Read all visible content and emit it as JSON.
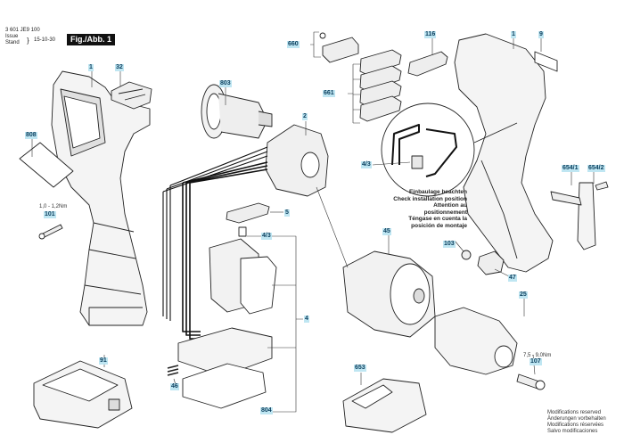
{
  "header": {
    "doc_number": "3 601 JE9 100",
    "issue_label": "Issue",
    "stand_label": "Stand",
    "date": "15-10-30",
    "figure_label": "Fig./Abb. 1"
  },
  "label_color": "#bfe6f2",
  "parts": [
    {
      "id": "1",
      "name": "housing-left"
    },
    {
      "id": "32",
      "name": "housing-cap"
    },
    {
      "id": "808",
      "name": "nameplate"
    },
    {
      "id": "101",
      "name": "screw-housing",
      "torque": "1,0 - 1,2Nm"
    },
    {
      "id": "803",
      "name": "armature"
    },
    {
      "id": "2",
      "name": "field-housing"
    },
    {
      "id": "660",
      "name": "switch-slide"
    },
    {
      "id": "661",
      "name": "grip-insert-set"
    },
    {
      "id": "116",
      "name": "grip-insert"
    },
    {
      "id": "1b",
      "label": "1",
      "name": "housing-right"
    },
    {
      "id": "9",
      "name": "label-plate"
    },
    {
      "id": "4/3",
      "name": "connector-detail"
    },
    {
      "id": "654/1",
      "name": "belt-clip"
    },
    {
      "id": "654/2",
      "name": "belt-clip-screw"
    },
    {
      "id": "5",
      "name": "direction-switch"
    },
    {
      "id": "4/3b",
      "label": "4/3",
      "name": "connector"
    },
    {
      "id": "4",
      "name": "switch-assembly"
    },
    {
      "id": "45",
      "name": "gearbox"
    },
    {
      "id": "103",
      "name": "nut"
    },
    {
      "id": "47",
      "name": "cap"
    },
    {
      "id": "25",
      "name": "keyless-chuck"
    },
    {
      "id": "107",
      "name": "chuck-screw",
      "torque": "7,5 - 9,0Nm"
    },
    {
      "id": "91",
      "name": "battery-pack"
    },
    {
      "id": "46",
      "name": "spring"
    },
    {
      "id": "804",
      "name": "base-plate"
    },
    {
      "id": "653",
      "name": "charger"
    }
  ],
  "labels": {
    "p1_left": "1",
    "p32": "32",
    "p808": "808",
    "p101": "101",
    "p101_torque": "1,0 - 1,2Nm",
    "p803": "803",
    "p2": "2",
    "p660": "660",
    "p661": "661",
    "p116": "116",
    "p1_right": "1",
    "p9": "9",
    "p43_detail": "4/3",
    "p654_1": "654/1",
    "p654_2": "654/2",
    "p5": "5",
    "p43": "4/3",
    "p4": "4",
    "p45": "45",
    "p103": "103",
    "p47": "47",
    "p25": "25",
    "p107": "107",
    "p107_torque": "7,5 - 9,0Nm",
    "p91": "91",
    "p46": "46",
    "p804": "804",
    "p653": "653"
  },
  "installation_note": [
    "Einbaulage beachten",
    "Check installation position",
    "Attention au positionnement",
    "Téngase en cuenta la",
    "posición de montaje"
  ],
  "modifications_note": [
    "Modifications reserved",
    "Änderungen vorbehalten",
    "Modifications réservées",
    "Salvo modificaciones"
  ]
}
